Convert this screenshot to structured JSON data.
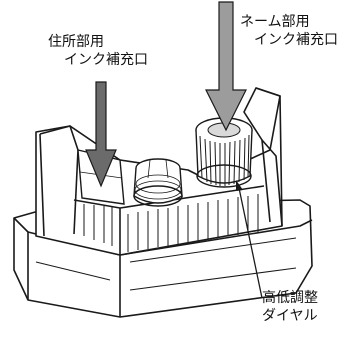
{
  "labels": {
    "address_line1": "住所部用",
    "address_line2": "インク補充口",
    "name_line1": "ネーム部用",
    "name_line2": "インク補充口",
    "dial_line1": "高低調整",
    "dial_line2": "ダイヤル"
  },
  "colors": {
    "address_arrow": "#6b6b6b",
    "name_arrow": "#9c9c9c",
    "outline": "#1a1a1a",
    "fill": "#ffffff",
    "shade": "#d9d9d9"
  }
}
